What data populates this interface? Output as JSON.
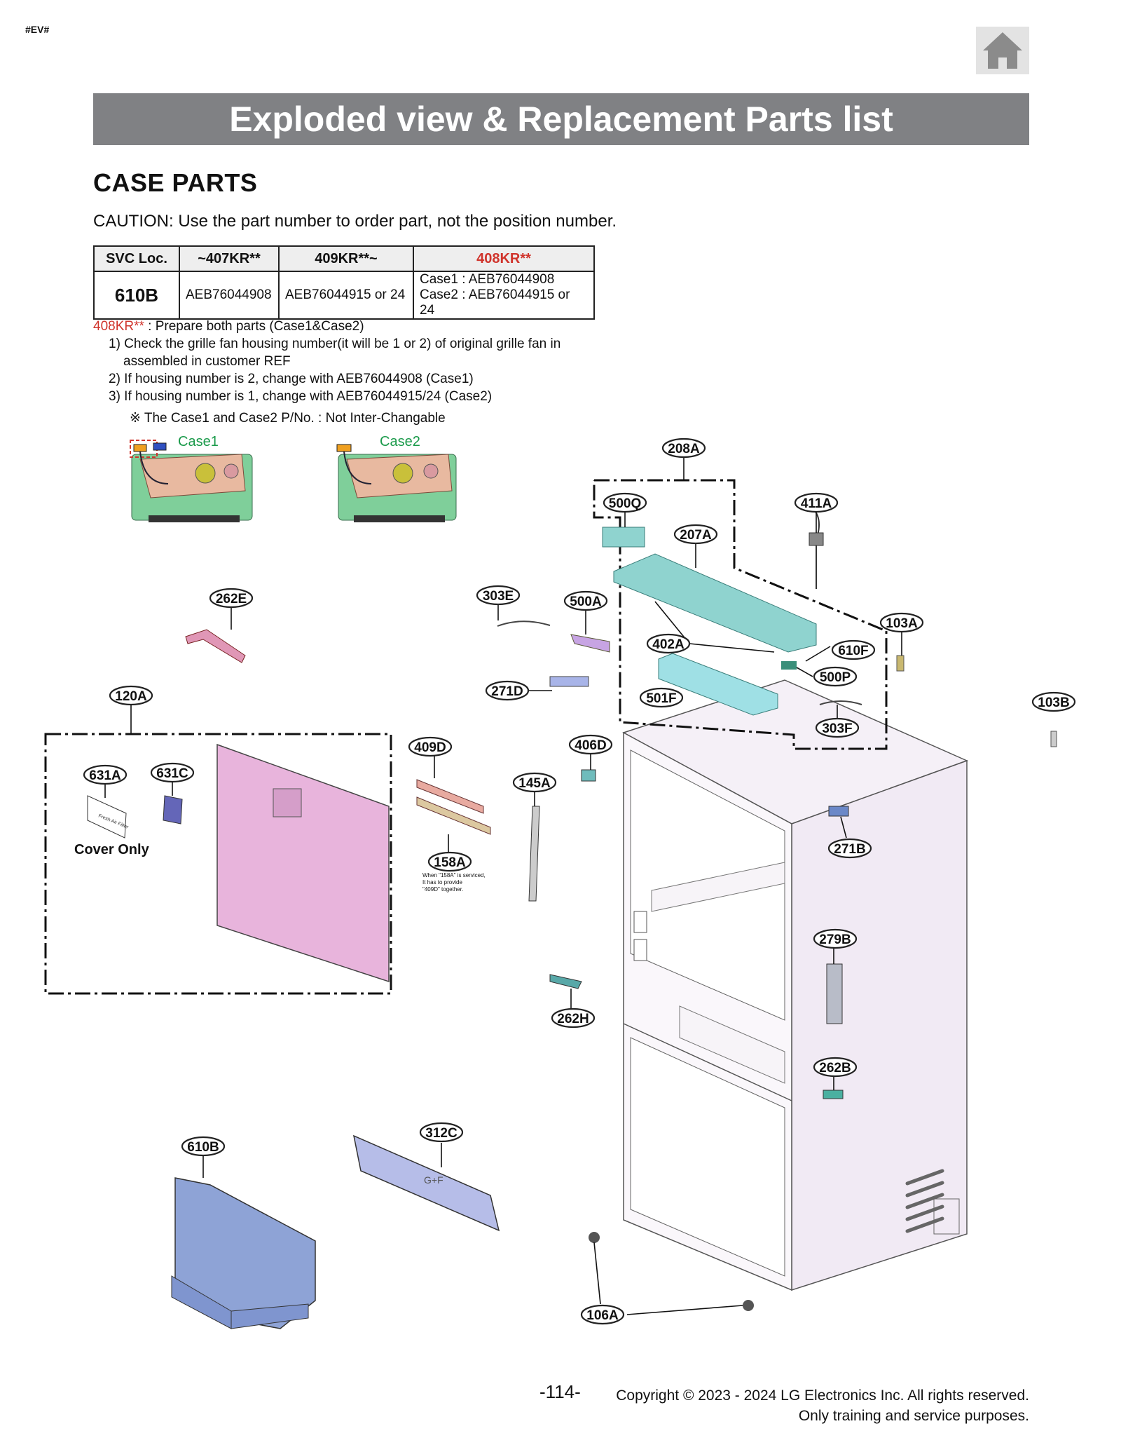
{
  "corner_tag": "#EV#",
  "header": {
    "title": "Exploded view & Replacement Parts list",
    "home_icon": "home-icon"
  },
  "section": {
    "title": "CASE PARTS",
    "caution": "CAUTION: Use the part number to order part, not the position number."
  },
  "svc_table": {
    "headers": [
      "SVC Loc.",
      "~407KR**",
      "409KR**~",
      "408KR**"
    ],
    "row": {
      "loc": "610B",
      "col1": "AEB76044908",
      "col2": "AEB76044915 or 24",
      "col3_line1": "Case1 : AEB76044908",
      "col3_line2": "Case2 : AEB76044915 or 24"
    },
    "highlight_color": "#d0342c"
  },
  "notes": {
    "model": "408KR**",
    "intro": " : Prepare both parts (Case1&Case2)",
    "step1_a": "1) Check the grille fan housing number(it will be 1 or 2) of original grille fan in",
    "step1_b": "assembled in customer REF",
    "step2": "2) If housing number is 2, change with AEB76044908 (Case1)",
    "step3": "3) If housing number is 1, change with AEB76044915/24 (Case2)",
    "remark": "※ The Case1 and Case2 P/No. : Not Inter-Changable"
  },
  "cases": {
    "case1": "Case1",
    "case2": "Case2"
  },
  "callouts": {
    "c208A": "208A",
    "c500Q": "500Q",
    "c207A": "207A",
    "c411A": "411A",
    "c262E": "262E",
    "c303E": "303E",
    "c500A": "500A",
    "c103A": "103A",
    "c402A": "402A",
    "c610F": "610F",
    "c500P": "500P",
    "c120A": "120A",
    "c271D": "271D",
    "c501F": "501F",
    "c103B": "103B",
    "c303F": "303F",
    "c406D": "406D",
    "c631A": "631A",
    "c631C": "631C",
    "c409D": "409D",
    "c145A": "145A",
    "c271B": "271B",
    "c158A": "158A",
    "c279B": "279B",
    "c262H": "262H",
    "c262B": "262B",
    "c312C": "312C",
    "c610B": "610B",
    "c106A": "106A"
  },
  "labels": {
    "cover_only": "Cover Only",
    "note_158a_1": "When \"158A\" is serviced,",
    "note_158a_2": "It has to provide",
    "note_158a_3": "\"409D\" together.",
    "filter_text": "Fresh Air Filter",
    "panel_logo": "G+F"
  },
  "footer": {
    "page": "-114-",
    "copyright": "Copyright © 2023 - 2024 LG Electronics Inc. All rights reserved.",
    "usage": "Only training and service purposes."
  },
  "colors": {
    "banner": "#808184",
    "red": "#d0342c",
    "case_green": "#1a9a4a",
    "teal_part": "#8fd3cf",
    "pink_part": "#e8b4dc",
    "blue_part": "#8ea3d6",
    "cabinet": "#f1eaf4"
  }
}
